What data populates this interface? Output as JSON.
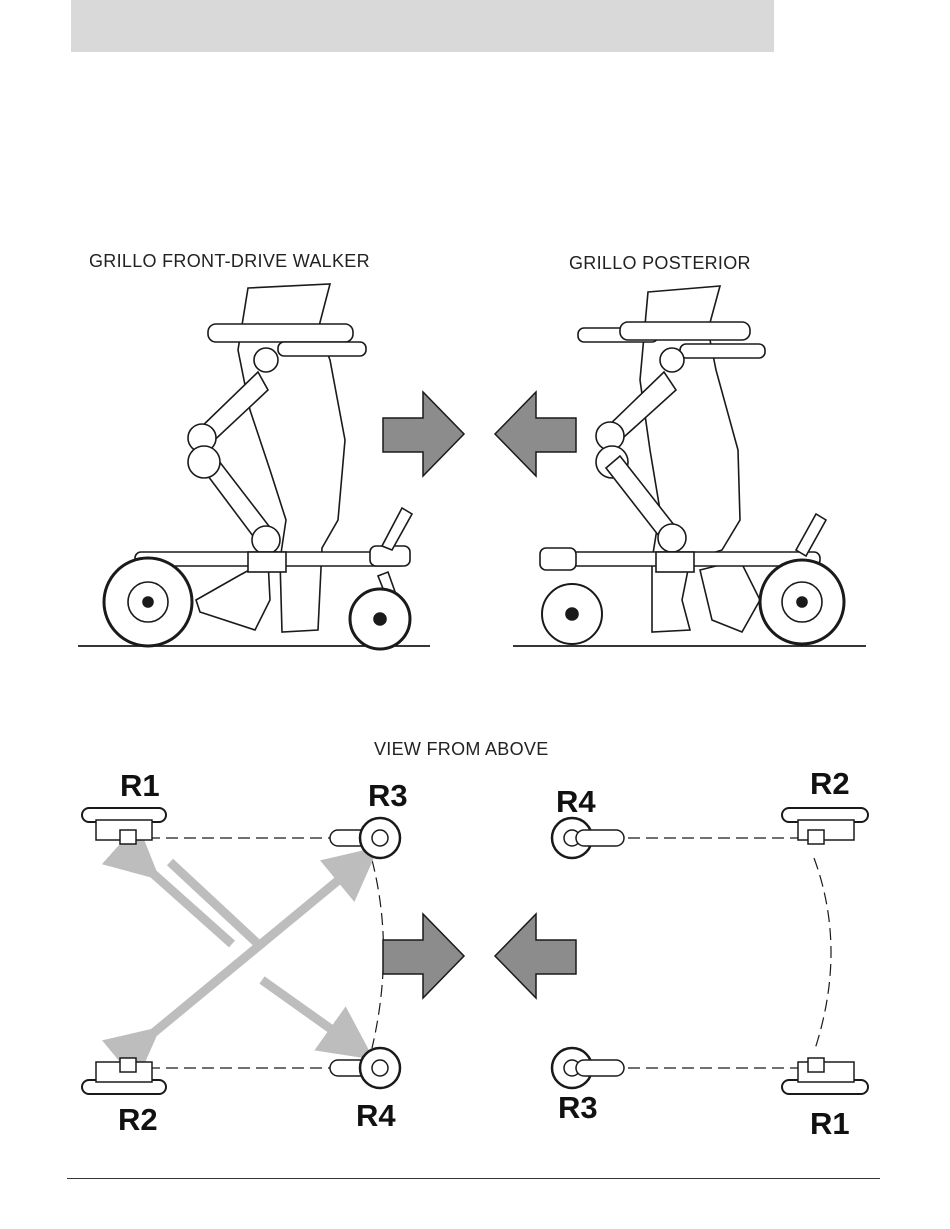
{
  "header": {
    "fill_color": "#d9d9d9"
  },
  "titles": {
    "front_drive": "GRILLO FRONT-DRIVE WALKER",
    "posterior": "GRILLO POSTERIOR",
    "view_above": "VIEW FROM ABOVE"
  },
  "wheel_labels": {
    "left_top_r1": "R1",
    "left_top_r3": "R3",
    "left_bottom_r2": "R2",
    "left_bottom_r4": "R4",
    "right_top_r4": "R4",
    "right_top_r2": "R2",
    "right_bottom_r3": "R3",
    "right_bottom_r1": "R1"
  },
  "colors": {
    "arrow_fill": "#8c8c8c",
    "cross_arrow": "#bdbdbd",
    "line": "#1a1a1a"
  },
  "icons": [
    "right-arrow-icon",
    "left-arrow-icon",
    "walker-illustration",
    "drive-wheel-icon",
    "caster-wheel-icon"
  ]
}
